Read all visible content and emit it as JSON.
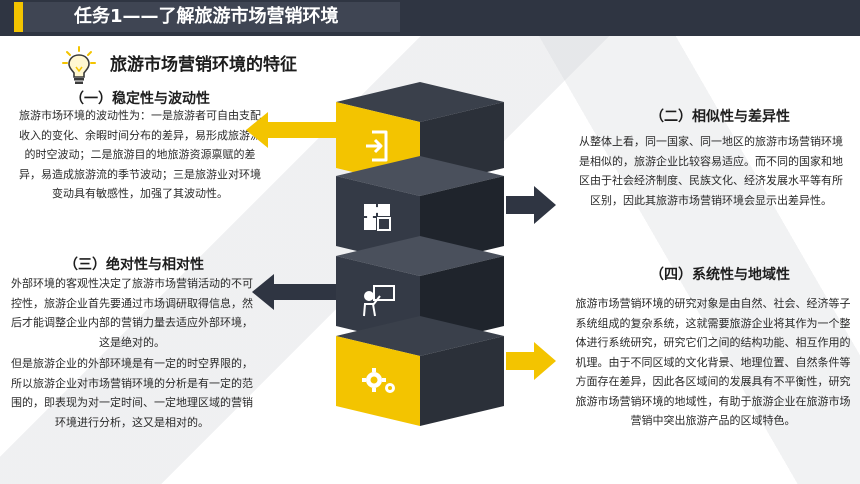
{
  "header": {
    "title": "任务1——了解旅游市场营销环境"
  },
  "section": {
    "title": "旅游市场营销环境的特征"
  },
  "blocks": {
    "stability": {
      "heading": "（一）稳定性与波动性",
      "text": "旅游市场环境的波动性为：一是旅游者可自由支配收入的变化、余暇时间分布的差异，易形成旅游流的时空波动；二是旅游目的地旅游资源禀赋的差异，易造成旅游流的季节波动；三是旅游业对环境变动具有敏感性，加强了其波动性。"
    },
    "similarity": {
      "heading": "（二）相似性与差异性",
      "text": "从整体上看，同一国家、同一地区的旅游市场营销环境是相似的，旅游企业比较容易适应。而不同的国家和地区由于社会经济制度、民族文化、经济发展水平等有所区别，因此其旅游市场营销环境会显示出差异性。"
    },
    "absolute": {
      "heading": "（三）绝对性与相对性",
      "text1": "外部环境的客观性决定了旅游市场营销活动的不可控性，旅游企业首先要通过市场调研取得信息，然后才能调整企业内部的营销力量去适应外部环境，这是绝对的。",
      "text2": "但是旅游企业的外部环境是有一定的时空界限的，所以旅游企业对市场营销环境的分析是有一定的范围的，即表现为对一定时间、一定地理区域的营销环境进行分析，这又是相对的。"
    },
    "systemic": {
      "heading": "（四）系统性与地域性",
      "text": "旅游市场营销环境的研究对象是由自然、社会、经济等子系统组成的复杂系统，这就需要旅游企业将其作为一个整体进行系统研究，研究它们之间的结构功能、相互作用的机理。由于不同区域的文化背景、地理位置、自然条件等方面存在差异，因此各区域间的发展具有不平衡性，研究旅游市场营销环境的地域性，有助于旅游企业在旅游市场营销中突出旅游产品的区域特色。"
    }
  },
  "icons": [
    "lightbulb-icon",
    "exit-door-icon",
    "puzzle-icon",
    "presenter-icon",
    "gears-icon"
  ],
  "colors": {
    "accent": "#f3c400",
    "dark": "#2f3542"
  }
}
